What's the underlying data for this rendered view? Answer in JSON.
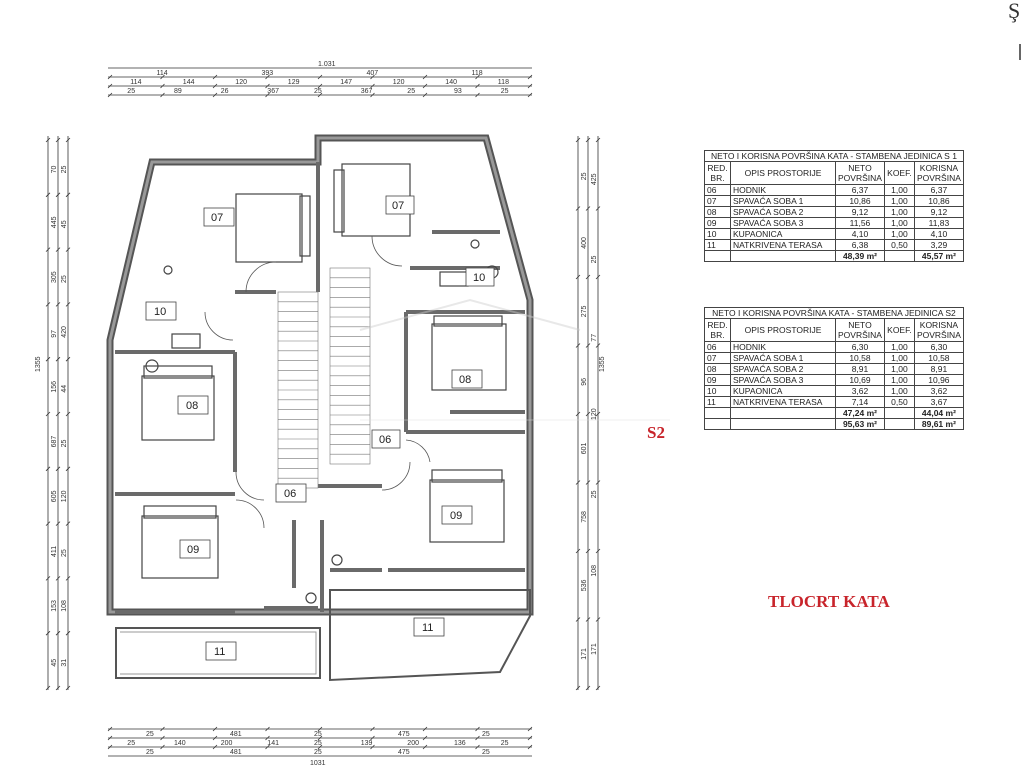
{
  "sheet": {
    "title": "TLOCRT KATA",
    "unit_label": "S2",
    "watermark_line1": "",
    "corner_mark": "Ş"
  },
  "dimensions": {
    "top": {
      "total": "1.031",
      "row1": [
        "114",
        "393",
        "407",
        "118"
      ],
      "row2": [
        "114",
        "144",
        "120",
        "129",
        "147",
        "120",
        "140",
        "118"
      ],
      "row3": [
        "25",
        "89",
        "26",
        "367",
        "25",
        "367",
        "25",
        "93",
        "25"
      ]
    },
    "bottom": {
      "row1": [
        "25",
        "481",
        "25",
        "475",
        "25"
      ],
      "row2": [
        "25",
        "140",
        "200",
        "141",
        "25",
        "139",
        "200",
        "136",
        "25"
      ],
      "row3": [
        "25",
        "481",
        "25",
        "475",
        "25"
      ],
      "total": "1031"
    },
    "left": {
      "total": "1355",
      "row1": [
        "70",
        "445",
        "305",
        "97",
        "156",
        "687",
        "605",
        "411",
        "153",
        "45"
      ],
      "row2": [
        "25",
        "45",
        "25",
        "420",
        "44",
        "25",
        "120",
        "25",
        "108",
        "31"
      ]
    },
    "right": {
      "total": "1355",
      "row1": [
        "25",
        "400",
        "275",
        "96",
        "601",
        "758",
        "536",
        "171"
      ],
      "row2": [
        "425",
        "25",
        "77",
        "120",
        "25",
        "108",
        "171"
      ]
    }
  },
  "rooms": {
    "r07_left": "07",
    "r07_right": "07",
    "r10_left": "10",
    "r10_right": "10",
    "r08_left": "08",
    "r08_right": "08",
    "r06_center": "06",
    "r06_lower": "06",
    "r09_left": "09",
    "r09_right": "09",
    "r11_left": "11",
    "r11_right": "11"
  },
  "table1": {
    "title": "NETO I KORISNA POVRŠINA KATA - STAMBENA JEDINICA S 1",
    "head": {
      "col1a": "RED.",
      "col1b": "BR.",
      "col2": "OPIS PROSTORIJE",
      "col3a": "NETO",
      "col3b": "POVRŠINA",
      "col4": "KOEF.",
      "col5a": "KORISNA",
      "col5b": "POVRŠINA"
    },
    "rows": [
      {
        "no": "06",
        "name": "HODNIK",
        "neto": "6,37",
        "koef": "1,00",
        "kor": "6,37"
      },
      {
        "no": "07",
        "name": "SPAVAĆA SOBA 1",
        "neto": "10,86",
        "koef": "1,00",
        "kor": "10,86"
      },
      {
        "no": "08",
        "name": "SPAVAĆA SOBA 2",
        "neto": "9,12",
        "koef": "1,00",
        "kor": "9,12"
      },
      {
        "no": "09",
        "name": "SPAVAĆA SOBA 3",
        "neto": "11,56",
        "koef": "1,00",
        "kor": "11,83"
      },
      {
        "no": "10",
        "name": "KUPAONICA",
        "neto": "4,10",
        "koef": "1,00",
        "kor": "4,10"
      },
      {
        "no": "11",
        "name": "NATKRIVENA TERASA",
        "neto": "6,38",
        "koef": "0,50",
        "kor": "3,29"
      }
    ],
    "total_neto": "48,39 m²",
    "total_kor": "45,57 m²"
  },
  "table2": {
    "title": "NETO I KORISNA POVRŠINA KATA - STAMBENA JEDINICA S2",
    "head": {
      "col1a": "RED.",
      "col1b": "BR.",
      "col2": "OPIS PROSTORIJE",
      "col3a": "NETO",
      "col3b": "POVRŠINA",
      "col4": "KOEF.",
      "col5a": "KORISNA",
      "col5b": "POVRŠINA"
    },
    "rows": [
      {
        "no": "06",
        "name": "HODNIK",
        "neto": "6,30",
        "koef": "1,00",
        "kor": "6,30"
      },
      {
        "no": "07",
        "name": "SPAVAĆA SOBA 1",
        "neto": "10,58",
        "koef": "1,00",
        "kor": "10,58"
      },
      {
        "no": "08",
        "name": "SPAVAĆA SOBA 2",
        "neto": "8,91",
        "koef": "1,00",
        "kor": "8,91"
      },
      {
        "no": "09",
        "name": "SPAVAĆA SOBA 3",
        "neto": "10,69",
        "koef": "1,00",
        "kor": "10,96"
      },
      {
        "no": "10",
        "name": "KUPAONICA",
        "neto": "3,62",
        "koef": "1,00",
        "kor": "3,62"
      },
      {
        "no": "11",
        "name": "NATKRIVENA TERASA",
        "neto": "7,14",
        "koef": "0,50",
        "kor": "3,67"
      }
    ],
    "total_neto": "47,24 m²",
    "total_kor": "44,04 m²"
  },
  "grand_total": {
    "neto": "95,63 m²",
    "kor": "89,61 m²"
  },
  "colors": {
    "wall": "#5a5a5a",
    "wall_fill": "#8a8a8a",
    "label_red": "#c8242b",
    "line": "#333333"
  }
}
